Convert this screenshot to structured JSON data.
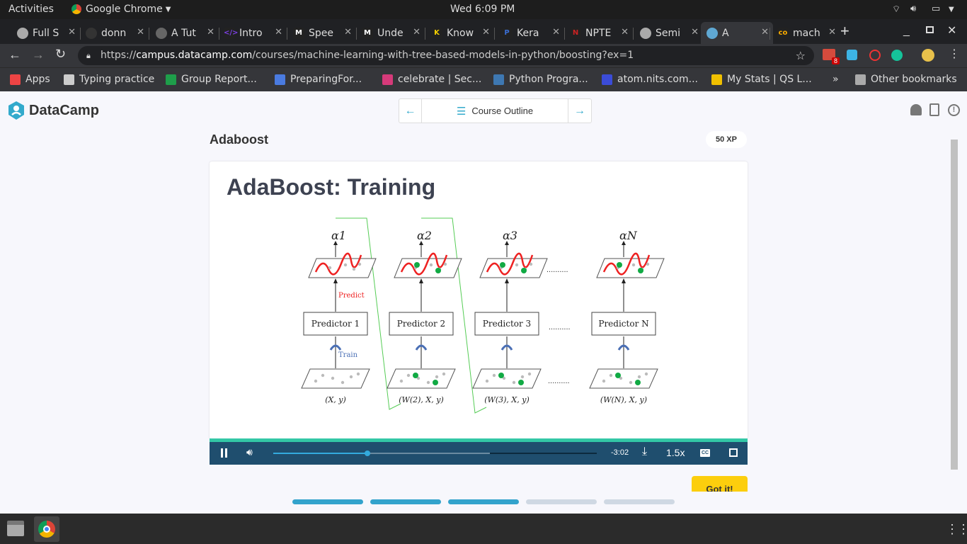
{
  "system": {
    "activities": "Activities",
    "app_menu": "Google Chrome",
    "clock": "Wed  6:09 PM"
  },
  "tabs": [
    {
      "title": "Full S",
      "icon_char": "",
      "icon_color": "#aaaaaa",
      "icon": "globe-icon"
    },
    {
      "title": "donn",
      "icon_char": "",
      "icon_color": "#333333",
      "icon": "github-icon"
    },
    {
      "title": "A Tut",
      "icon_char": "",
      "icon_color": "#666666",
      "icon": "page-icon"
    },
    {
      "title": "Intro",
      "icon_char": "</>",
      "icon_color": "#7b3fe4",
      "icon": "code-icon"
    },
    {
      "title": "Spee",
      "icon_char": "M",
      "icon_color": "#ffffff",
      "icon": "medium-icon"
    },
    {
      "title": "Unde",
      "icon_char": "M",
      "icon_color": "#ffffff",
      "icon": "medium-icon"
    },
    {
      "title": "Know",
      "icon_char": "K",
      "icon_color": "#f5d000",
      "icon": "k-icon"
    },
    {
      "title": "Kera",
      "icon_char": "P",
      "icon_color": "#3b6fd4",
      "icon": "p-icon"
    },
    {
      "title": "NPTE",
      "icon_char": "N",
      "icon_color": "#cc2222",
      "icon": "n-icon"
    },
    {
      "title": "Semi",
      "icon_char": "",
      "icon_color": "#aaaaaa",
      "icon": "globe-icon"
    },
    {
      "title": "A",
      "icon_char": "",
      "icon_color": "#5fa8d3",
      "icon": "datacamp-icon"
    },
    {
      "title": "mach",
      "icon_char": "co",
      "icon_color": "#f9ab00",
      "icon": "colab-icon"
    }
  ],
  "address": {
    "prefix": "https://",
    "host": "campus.datacamp.com",
    "path": "/courses/machine-learning-with-tree-based-models-in-python/boosting?ex=1"
  },
  "extensions": {
    "mail_badge": "8"
  },
  "bookmarks": [
    {
      "label": "Apps",
      "icon": "apps-icon",
      "color": "#e44"
    },
    {
      "label": "Typing practice",
      "icon": "typing-icon",
      "color": "#ccc"
    },
    {
      "label": "Group Report...",
      "icon": "sheets-icon",
      "color": "#1e9e4a"
    },
    {
      "label": "PreparingFor...",
      "icon": "flag-icon",
      "color": "#4a7be0"
    },
    {
      "label": "celebrate | Sec...",
      "icon": "slack-icon",
      "color": "#d63a7a"
    },
    {
      "label": "Python Progra...",
      "icon": "python-icon",
      "color": "#3e78b2"
    },
    {
      "label": "atom.nits.com...",
      "icon": "n-icon",
      "color": "#3b4cd8"
    },
    {
      "label": "My Stats | QS L...",
      "icon": "qs-icon",
      "color": "#f0c000"
    },
    {
      "label": "»",
      "icon": "",
      "color": ""
    },
    {
      "label": "Other bookmarks",
      "icon": "folder-icon",
      "color": "#aaa"
    }
  ],
  "app": {
    "brand": "DataCamp",
    "course_outline": "Course Outline",
    "lesson_title": "Adaboost",
    "xp": "50 XP",
    "got_it": "Got it!"
  },
  "slide": {
    "title": "AdaBoost: Training",
    "alphas": [
      "α1",
      "α2",
      "α3",
      "αN"
    ],
    "predictors": [
      "Predictor 1",
      "Predictor 2",
      "Predictor 3",
      "Predictor N"
    ],
    "datasets": [
      "(X, y)",
      "(W(2), X, y)",
      "(W(3), X, y)",
      "(W(N), X, y)"
    ],
    "predict_label": "Predict",
    "train_label": "Train",
    "ellipsis": ".........."
  },
  "player": {
    "time_remaining": "-3:02",
    "speed": "1.5x",
    "progress": 0.29,
    "buffered": 0.67,
    "cc": "CC"
  },
  "progress_dots": [
    {
      "done": true
    },
    {
      "done": true
    },
    {
      "done": true
    },
    {
      "done": false
    },
    {
      "done": false
    }
  ]
}
